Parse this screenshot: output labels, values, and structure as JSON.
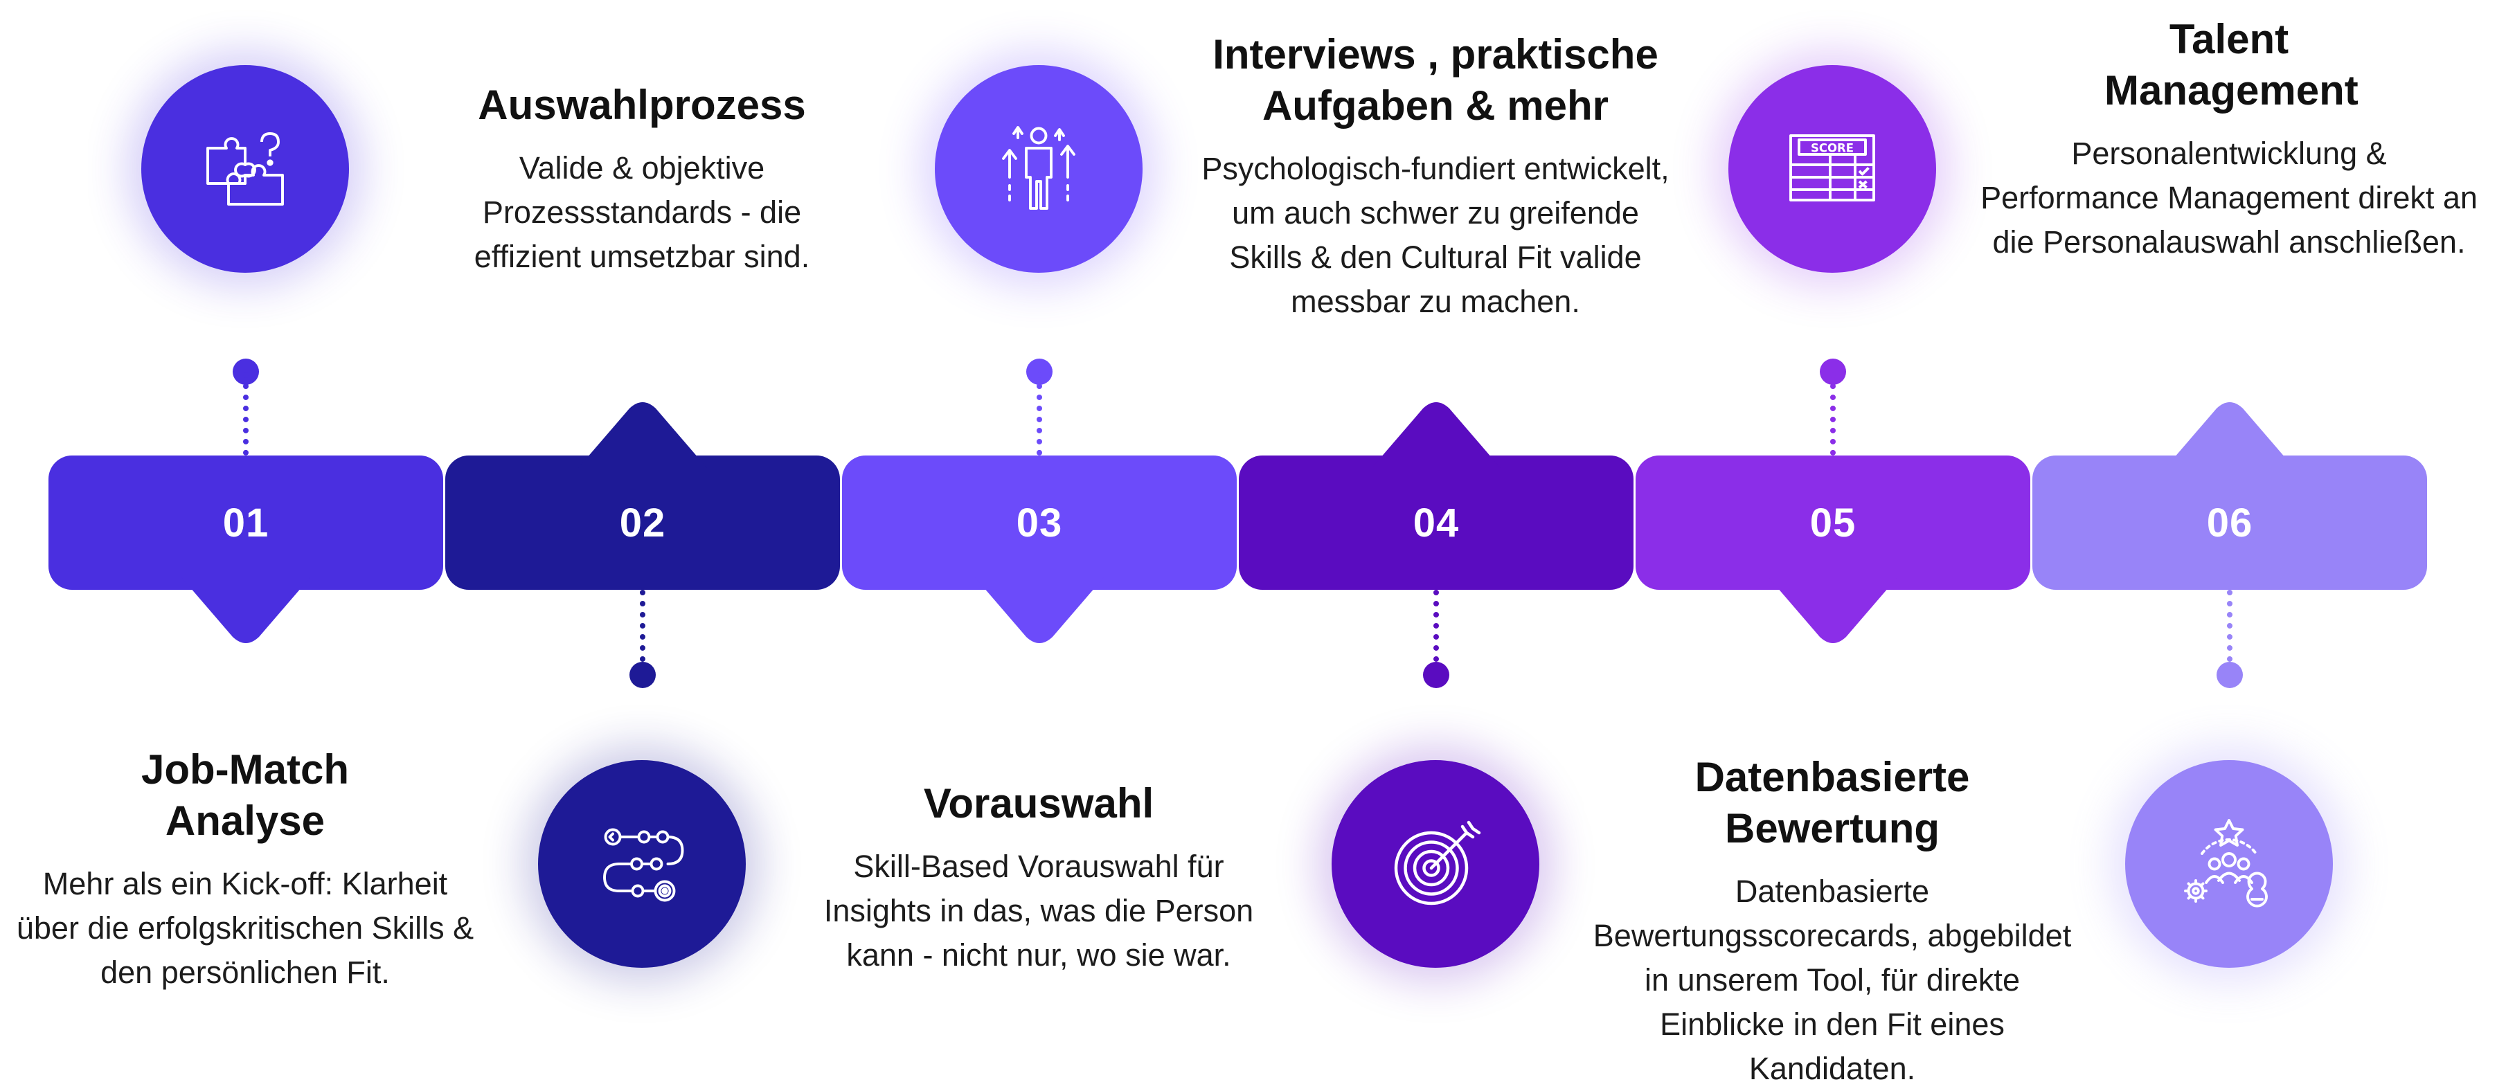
{
  "steps": [
    {
      "number": "01",
      "title": "Job-Match Analyse",
      "description": "Mehr als ein Kick-off: Klarheit über die erfolgskritischen Skills & den persönlichen Fit.",
      "icon": "puzzle-icon",
      "color": "#4a2fe0"
    },
    {
      "number": "02",
      "title": "Auswahlprozess",
      "description": "Valide & objektive Prozessstandards - die effizient umsetzbar sind.",
      "icon": "process-path-icon",
      "color": "#1e1a96"
    },
    {
      "number": "03",
      "title": "Vorauswahl",
      "description": "Skill-Based Vorauswahl für Insights in das, was die Person kann - nicht nur, wo sie war.",
      "icon": "growth-person-icon",
      "color": "#6c4bfa"
    },
    {
      "number": "04",
      "title": "Interviews , praktische Aufgaben & mehr",
      "description": "Psychologisch-fundiert entwickelt, um auch schwer zu greifende Skills & den Cultural Fit valide messbar zu machen.",
      "icon": "target-icon",
      "color": "#5a0cc0"
    },
    {
      "number": "05",
      "title": "Datenbasierte Bewertung",
      "description": "Datenbasierte Bewertungsscorecards, abgebildet in unserem Tool, für direkte Einblicke in den Fit eines Kandidaten.",
      "icon": "scorecard-icon",
      "color": "#8b2ee8"
    },
    {
      "number": "06",
      "title": "Talent Management",
      "description": "Personalentwicklung & Performance Management direkt an die Personalauswahl anschließen.",
      "icon": "team-star-icon",
      "color": "#9884f8"
    }
  ],
  "icon_labels": {
    "score": "SCORE"
  }
}
